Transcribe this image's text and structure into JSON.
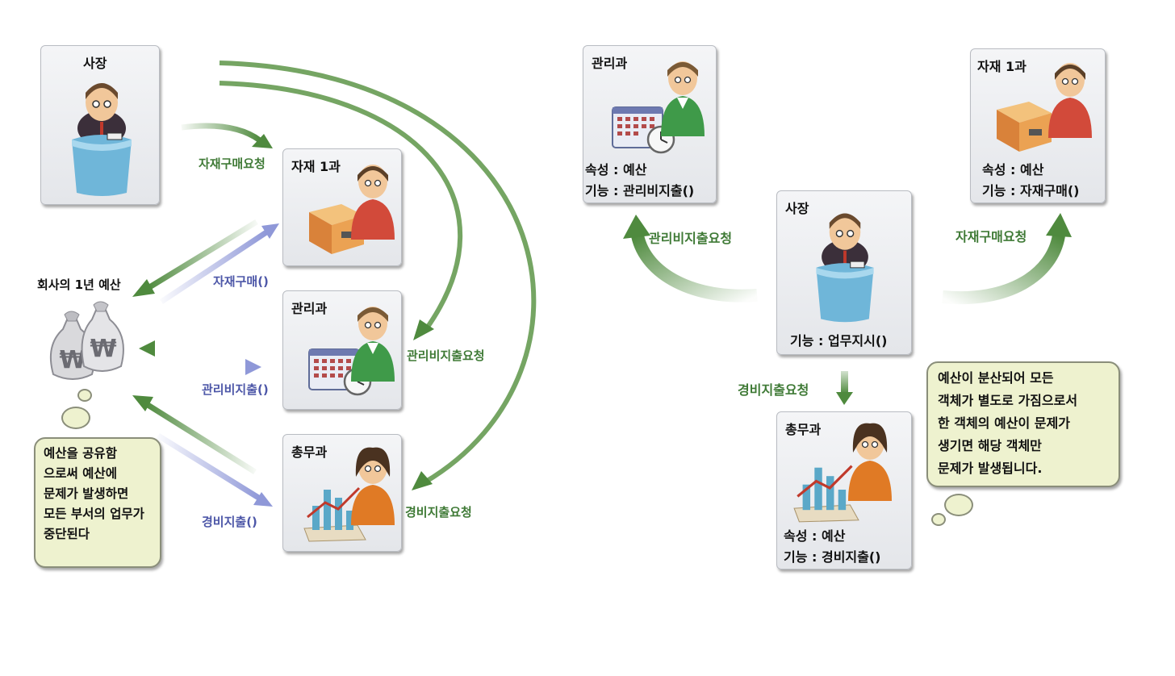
{
  "left": {
    "ceo_title": "사장",
    "dept1_title": "자재 1과",
    "admin_title": "관리과",
    "general_title": "총무과",
    "budget_label": "회사의 1년 예산",
    "labels": {
      "purchase_request": "자재구매요청",
      "purchase_method": "자재구매()",
      "admin_request": "관리비지출요청",
      "admin_method": "관리비지출()",
      "expense_request": "경비지출요청",
      "expense_method": "경비지출()"
    },
    "bubble_lines": [
      "예산을 공유함",
      "으로써 예산에",
      "문제가 발생하면",
      "모든 부서의 업무가",
      "중단된다"
    ]
  },
  "right": {
    "admin": {
      "title": "관리과",
      "attr": "속성 : 예산",
      "func": "기능 : 관리비지출()"
    },
    "dept1": {
      "title": "자재 1과",
      "attr": "속성 : 예산",
      "func": "기능 : 자재구매()"
    },
    "ceo": {
      "title": "사장",
      "func": "기능 : 업무지시()"
    },
    "general": {
      "title": "총무과",
      "attr": "속성 : 예산",
      "func": "기능 : 경비지출()"
    },
    "labels": {
      "admin_request": "관리비지출요청",
      "purchase_request": "자재구매요청",
      "expense_request": "경비지출요청"
    },
    "bubble_lines": [
      "예산이 분산되어 모든",
      "객체가 별도로 가짐으로서",
      "한 객체의 예산이 문제가",
      "생기면 해당 객체만",
      "문제가 발생됩니다."
    ]
  },
  "colors": {
    "request_arrow": "#4f8a3e",
    "method_arrow": "#8f98d8",
    "bubble_fill": "#eef2cf"
  }
}
